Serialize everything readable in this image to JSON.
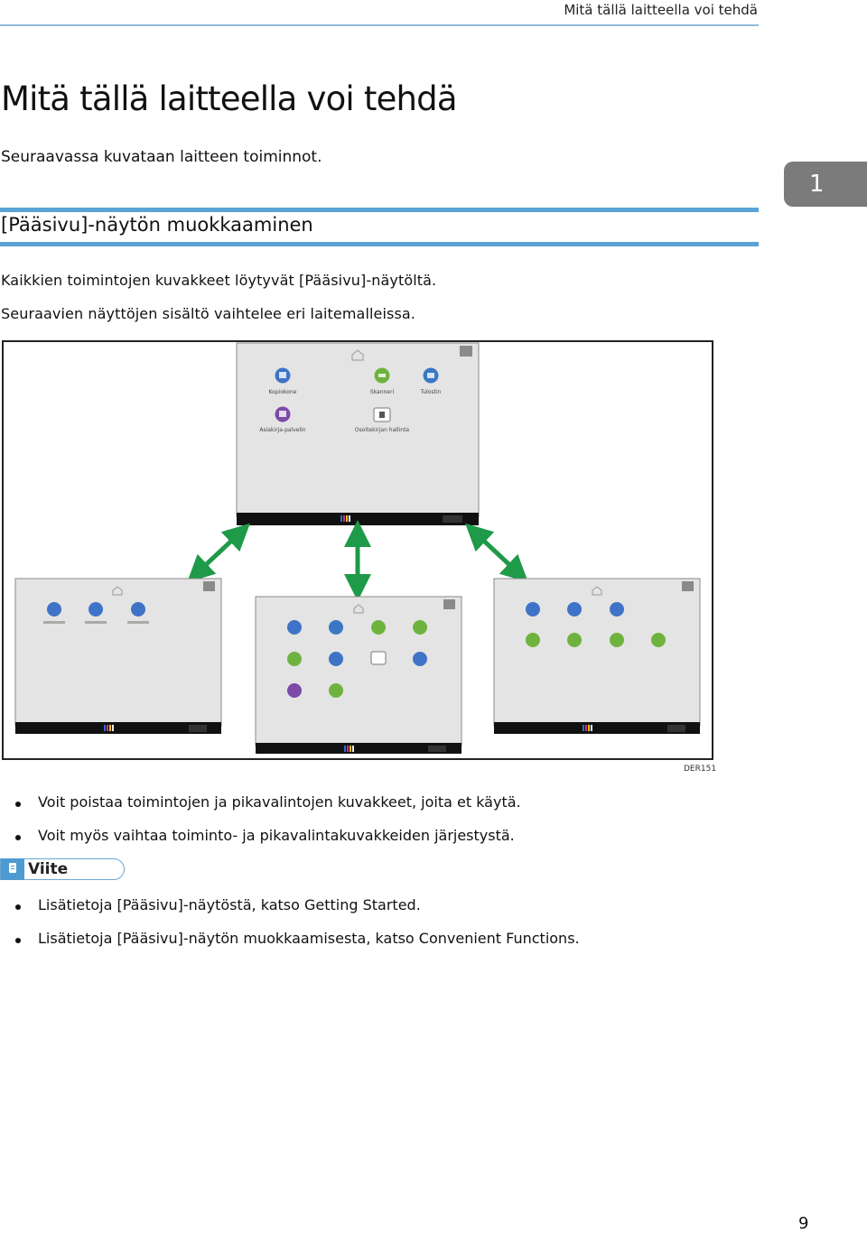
{
  "running_header": "Mitä tällä laitteella voi tehdä",
  "page_title": "Mitä tällä laitteella voi tehdä",
  "intro": "Seuraavassa kuvataan laitteen toiminnot.",
  "chapter_number": "1",
  "section_title": "[Pääsivu]-näytön muokkaaminen",
  "paragraphs": [
    "Kaikkien toimintojen kuvakkeet löytyvät [Pääsivu]-näytöltä.",
    "Seuraavien näyttöjen sisältö vaihtelee eri laitemalleissa."
  ],
  "figure": {
    "code": "DER151",
    "colors": {
      "screen": "#e4e4e4",
      "bar": "#111111",
      "arrow": "#1e9a48"
    },
    "screens": {
      "top": {
        "labels": [
          "Kopiokone",
          "Skanneri",
          "Tulostin",
          "Asiakirja-palvelin",
          "Osoitekirjan hallinta"
        ]
      }
    }
  },
  "bullets": [
    "Voit poistaa toimintojen ja pikavalintojen kuvakkeet, joita et käytä.",
    "Voit myös vaihtaa toiminto- ja pikavalintakuvakkeiden järjestystä."
  ],
  "note": {
    "label": "Viite",
    "icon": "note-icon",
    "bullets": [
      "Lisätietoja [Pääsivu]-näytöstä, katso Getting Started.",
      "Lisätietoja [Pääsivu]-näytön muokkaamisesta, katso Convenient Functions."
    ]
  },
  "page_number": "9"
}
